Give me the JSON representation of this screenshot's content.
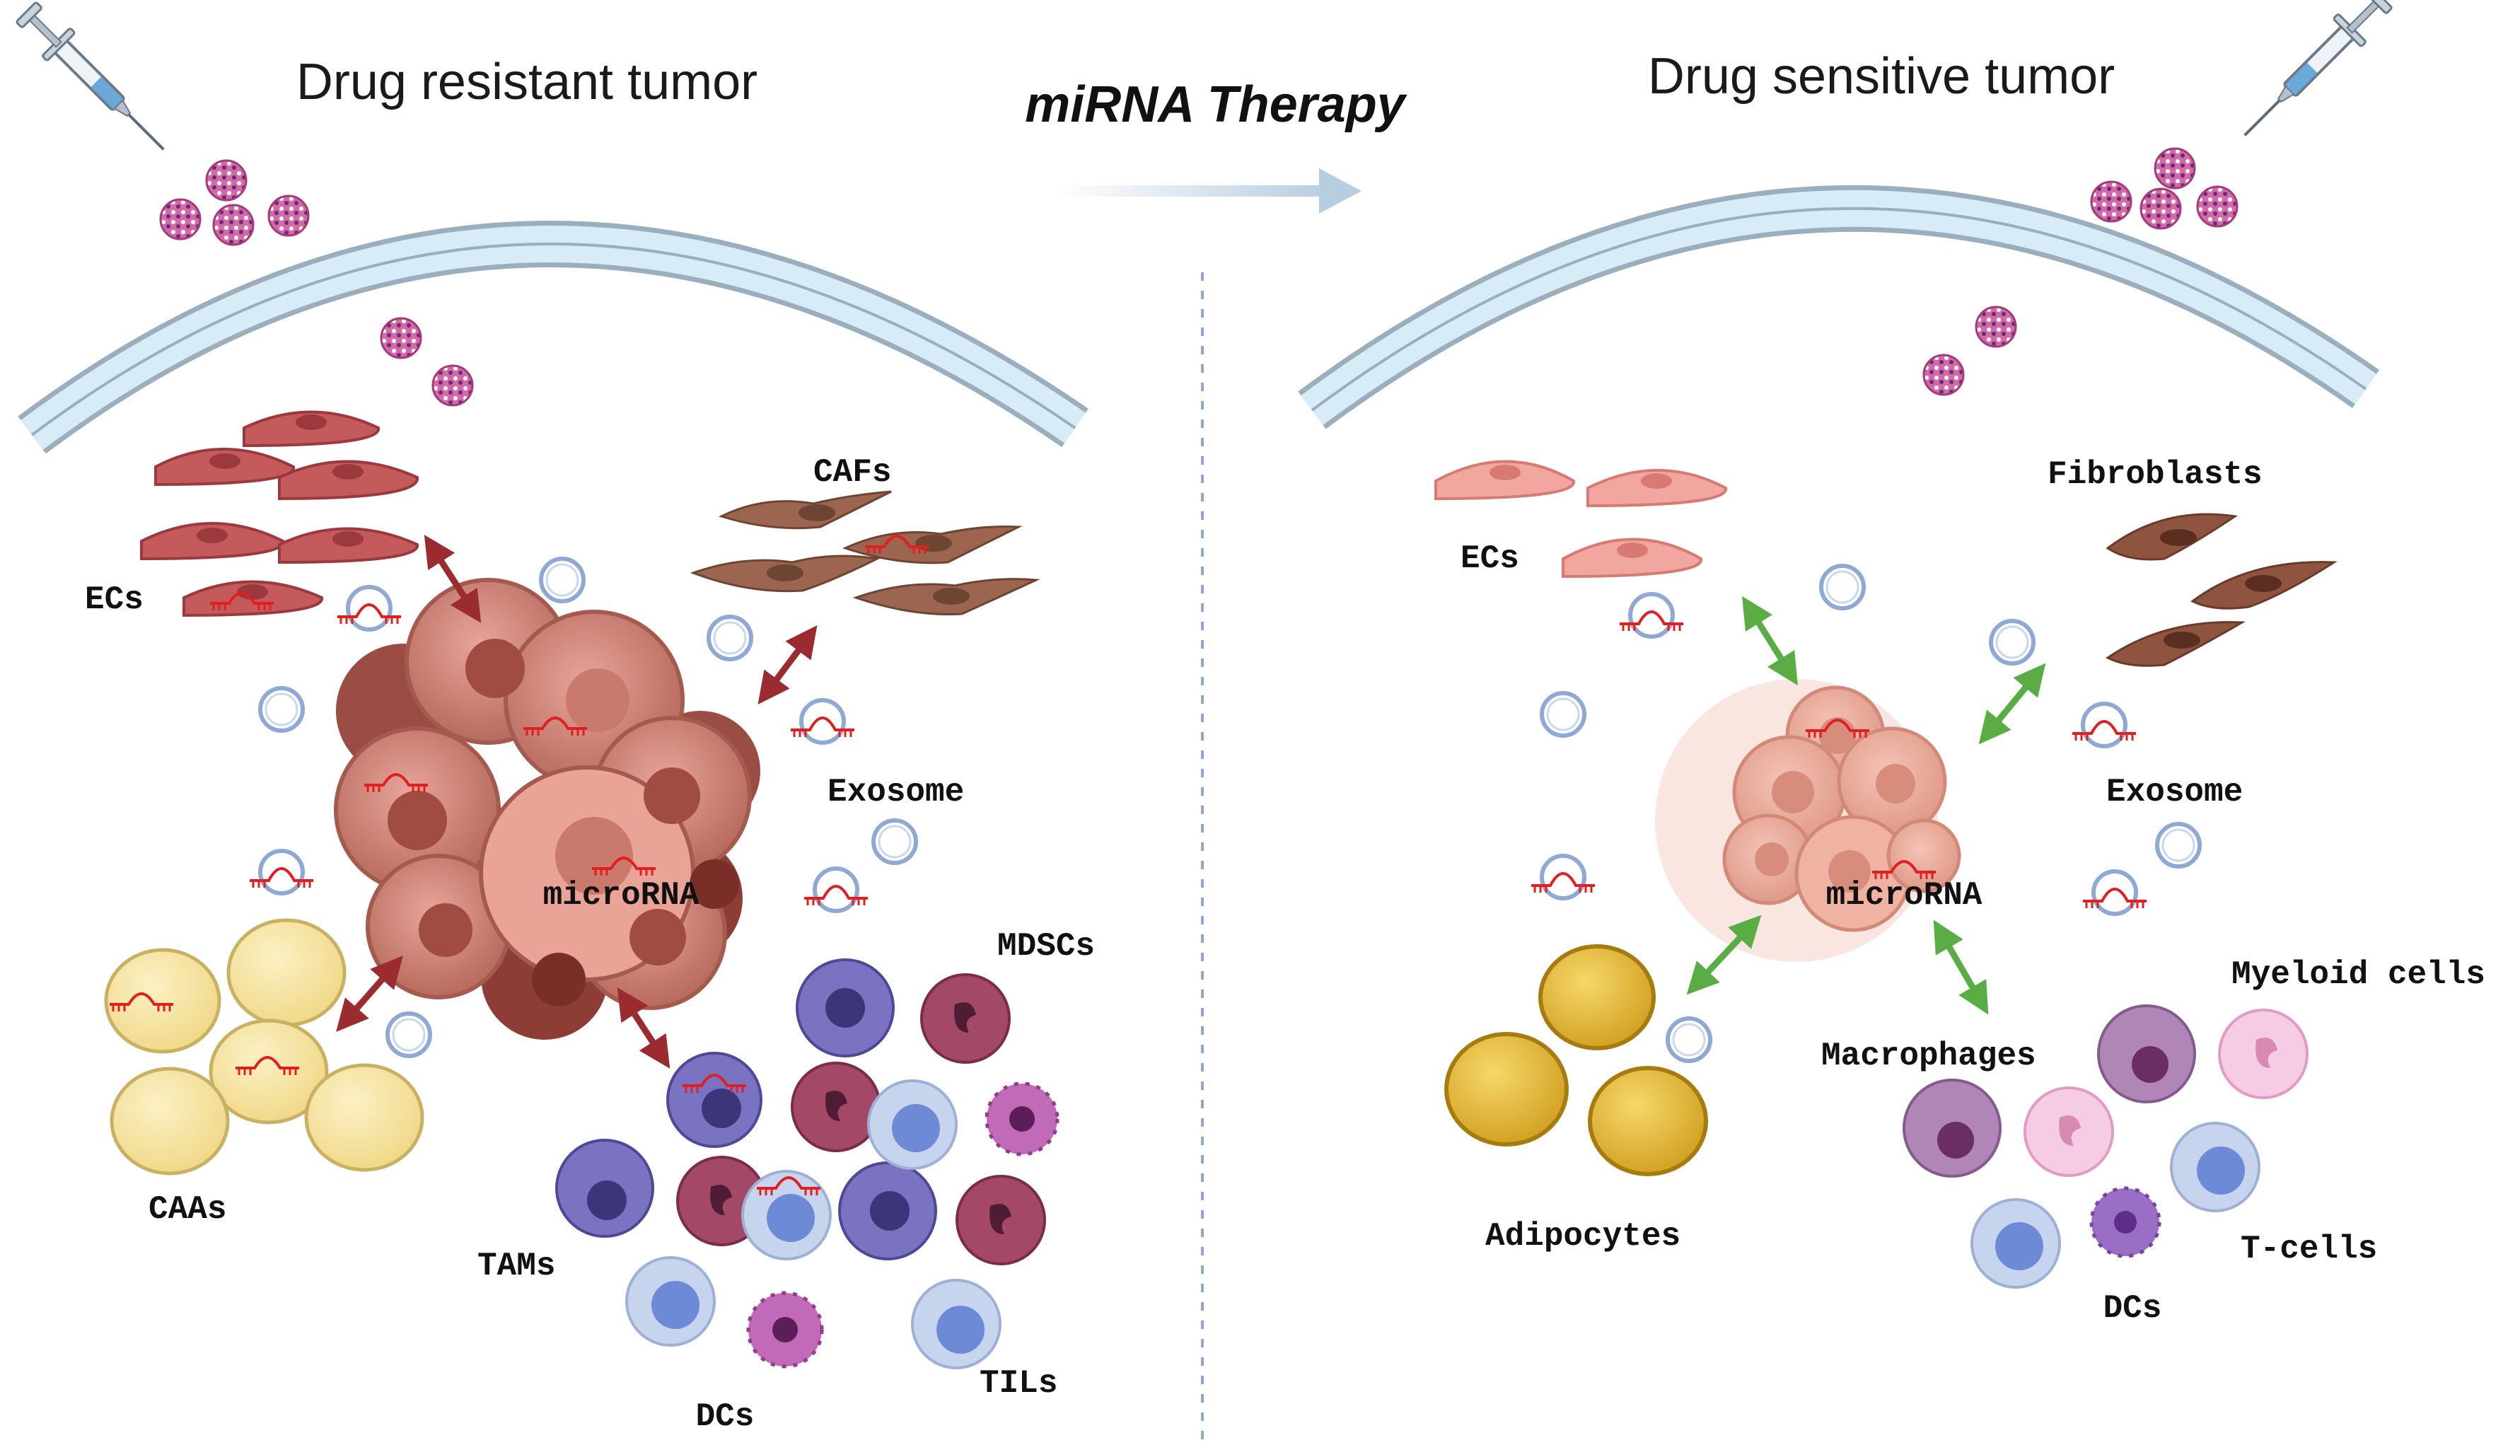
{
  "left_panel": {
    "title": "Drug resistant tumor",
    "labels": {
      "ecs": "ECs",
      "cafs": "CAFs",
      "exosome": "Exosome",
      "microrna": "microRNA",
      "mdscs": "MDSCs",
      "caas": "CAAs",
      "tams": "TAMs",
      "dcs": "DCs",
      "tils": "TILs"
    }
  },
  "center": {
    "therapy_label": "miRNA Therapy"
  },
  "right_panel": {
    "title": "Drug sensitive tumor",
    "labels": {
      "ecs": "ECs",
      "fibroblasts": "Fibroblasts",
      "exosome": "Exosome",
      "microrna": "microRNA",
      "myeloid": "Myeloid cells",
      "macrophages": "Macrophages",
      "adipocytes": "Adipocytes",
      "tcells": "T-cells",
      "dcs": "DCs"
    }
  },
  "colors": {
    "resistant_arrow": "#9a2b2e",
    "sensitive_arrow": "#5aac44",
    "vessel_fill": "#d8ecf7",
    "vessel_edge": "#9aaebe",
    "exosome_edge": "#8fa8d4",
    "mirna": "#e02020"
  }
}
